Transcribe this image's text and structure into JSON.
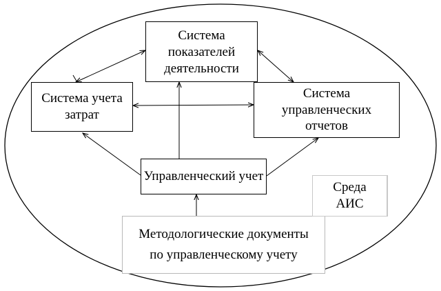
{
  "diagram": {
    "indicators_box": "Система\nпоказателей\nдеятельности",
    "cost_accounting_box": "Система учета\nзатрат",
    "reports_box": "Система\nуправленческих\nотчетов",
    "management_accounting_box": "Управленческий учет",
    "methodology_box": "Методологические документы\nпо управленческому учету",
    "environment_box": "Среда\nАИС"
  }
}
